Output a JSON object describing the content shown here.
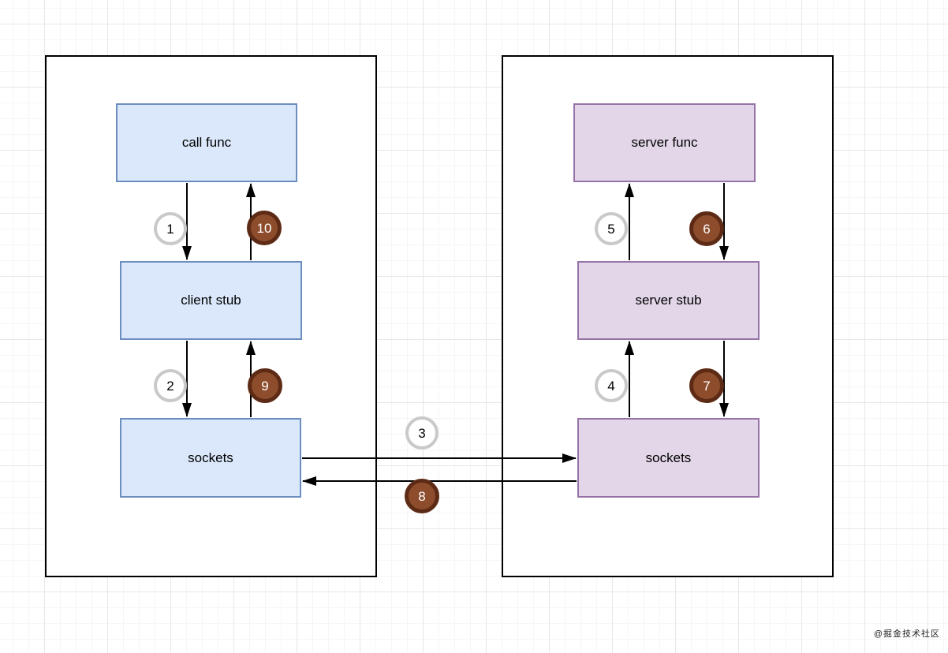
{
  "client": {
    "nodes": [
      {
        "label": "call func"
      },
      {
        "label": "client stub"
      },
      {
        "label": "sockets"
      }
    ]
  },
  "server": {
    "nodes": [
      {
        "label": "server func"
      },
      {
        "label": "server stub"
      },
      {
        "label": "sockets"
      }
    ]
  },
  "steps": [
    {
      "n": "1",
      "kind": "request"
    },
    {
      "n": "2",
      "kind": "request"
    },
    {
      "n": "3",
      "kind": "request"
    },
    {
      "n": "4",
      "kind": "request"
    },
    {
      "n": "5",
      "kind": "request"
    },
    {
      "n": "6",
      "kind": "response"
    },
    {
      "n": "7",
      "kind": "response"
    },
    {
      "n": "8",
      "kind": "response"
    },
    {
      "n": "9",
      "kind": "response"
    },
    {
      "n": "10",
      "kind": "response"
    }
  ],
  "watermark": "@掘金技术社区",
  "colors": {
    "client_node_fill": "#dbe8fb",
    "client_node_border": "#6c8ebf",
    "server_node_fill": "#e2d6e8",
    "server_node_border": "#9673a6",
    "request_badge_fill": "#ffffff",
    "request_badge_border": "#c9c9c9",
    "response_badge_fill": "#8d4d2c",
    "response_badge_border": "#5d2b15",
    "machine_box_border": "#000000",
    "arrow": "#000000"
  }
}
